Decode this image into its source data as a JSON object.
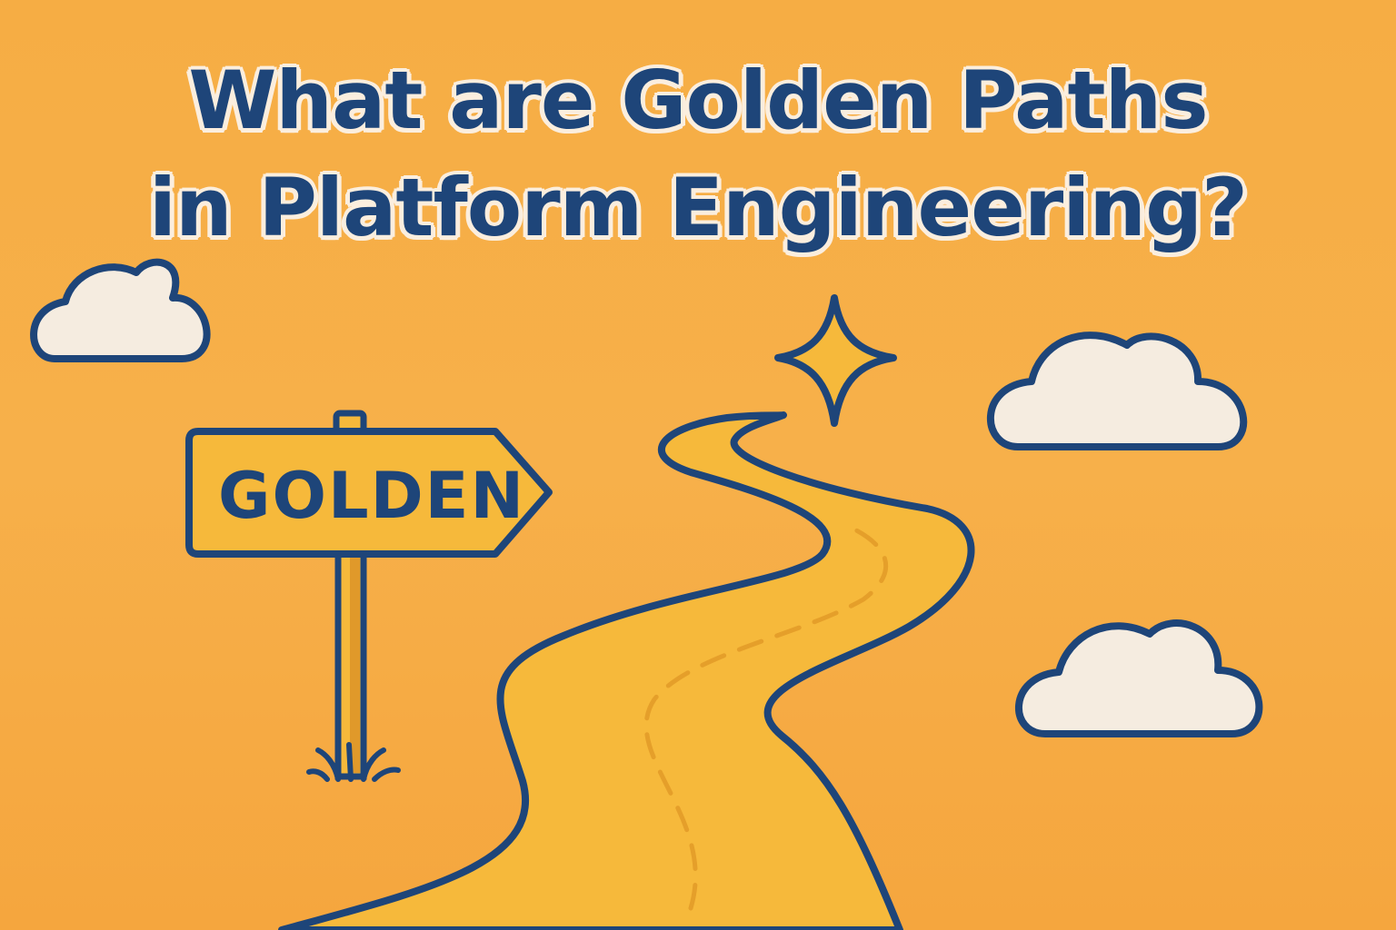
{
  "title": {
    "line1": "What are Golden Paths",
    "line2": "in Platform Engineering?"
  },
  "sign": {
    "label": "GOLDEN"
  },
  "colors": {
    "background": "#f6ad44",
    "outline": "#1e4579",
    "path_fill": "#f6b93b",
    "cloud_fill": "#f5ece0",
    "sign_fill": "#f6b93b",
    "title_outline": "#fbeede"
  },
  "icons": [
    "cloud",
    "cloud",
    "cloud",
    "sparkle-star",
    "signpost",
    "grass-tuft",
    "winding-path"
  ]
}
